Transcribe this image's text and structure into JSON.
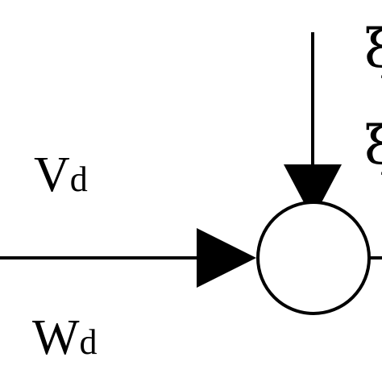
{
  "diagram": {
    "label_top": {
      "main": "V",
      "sub": "d"
    },
    "label_bottom": {
      "main": "W",
      "sub": "d"
    },
    "cutoff_symbols": [
      "ξ",
      "ξ"
    ]
  }
}
